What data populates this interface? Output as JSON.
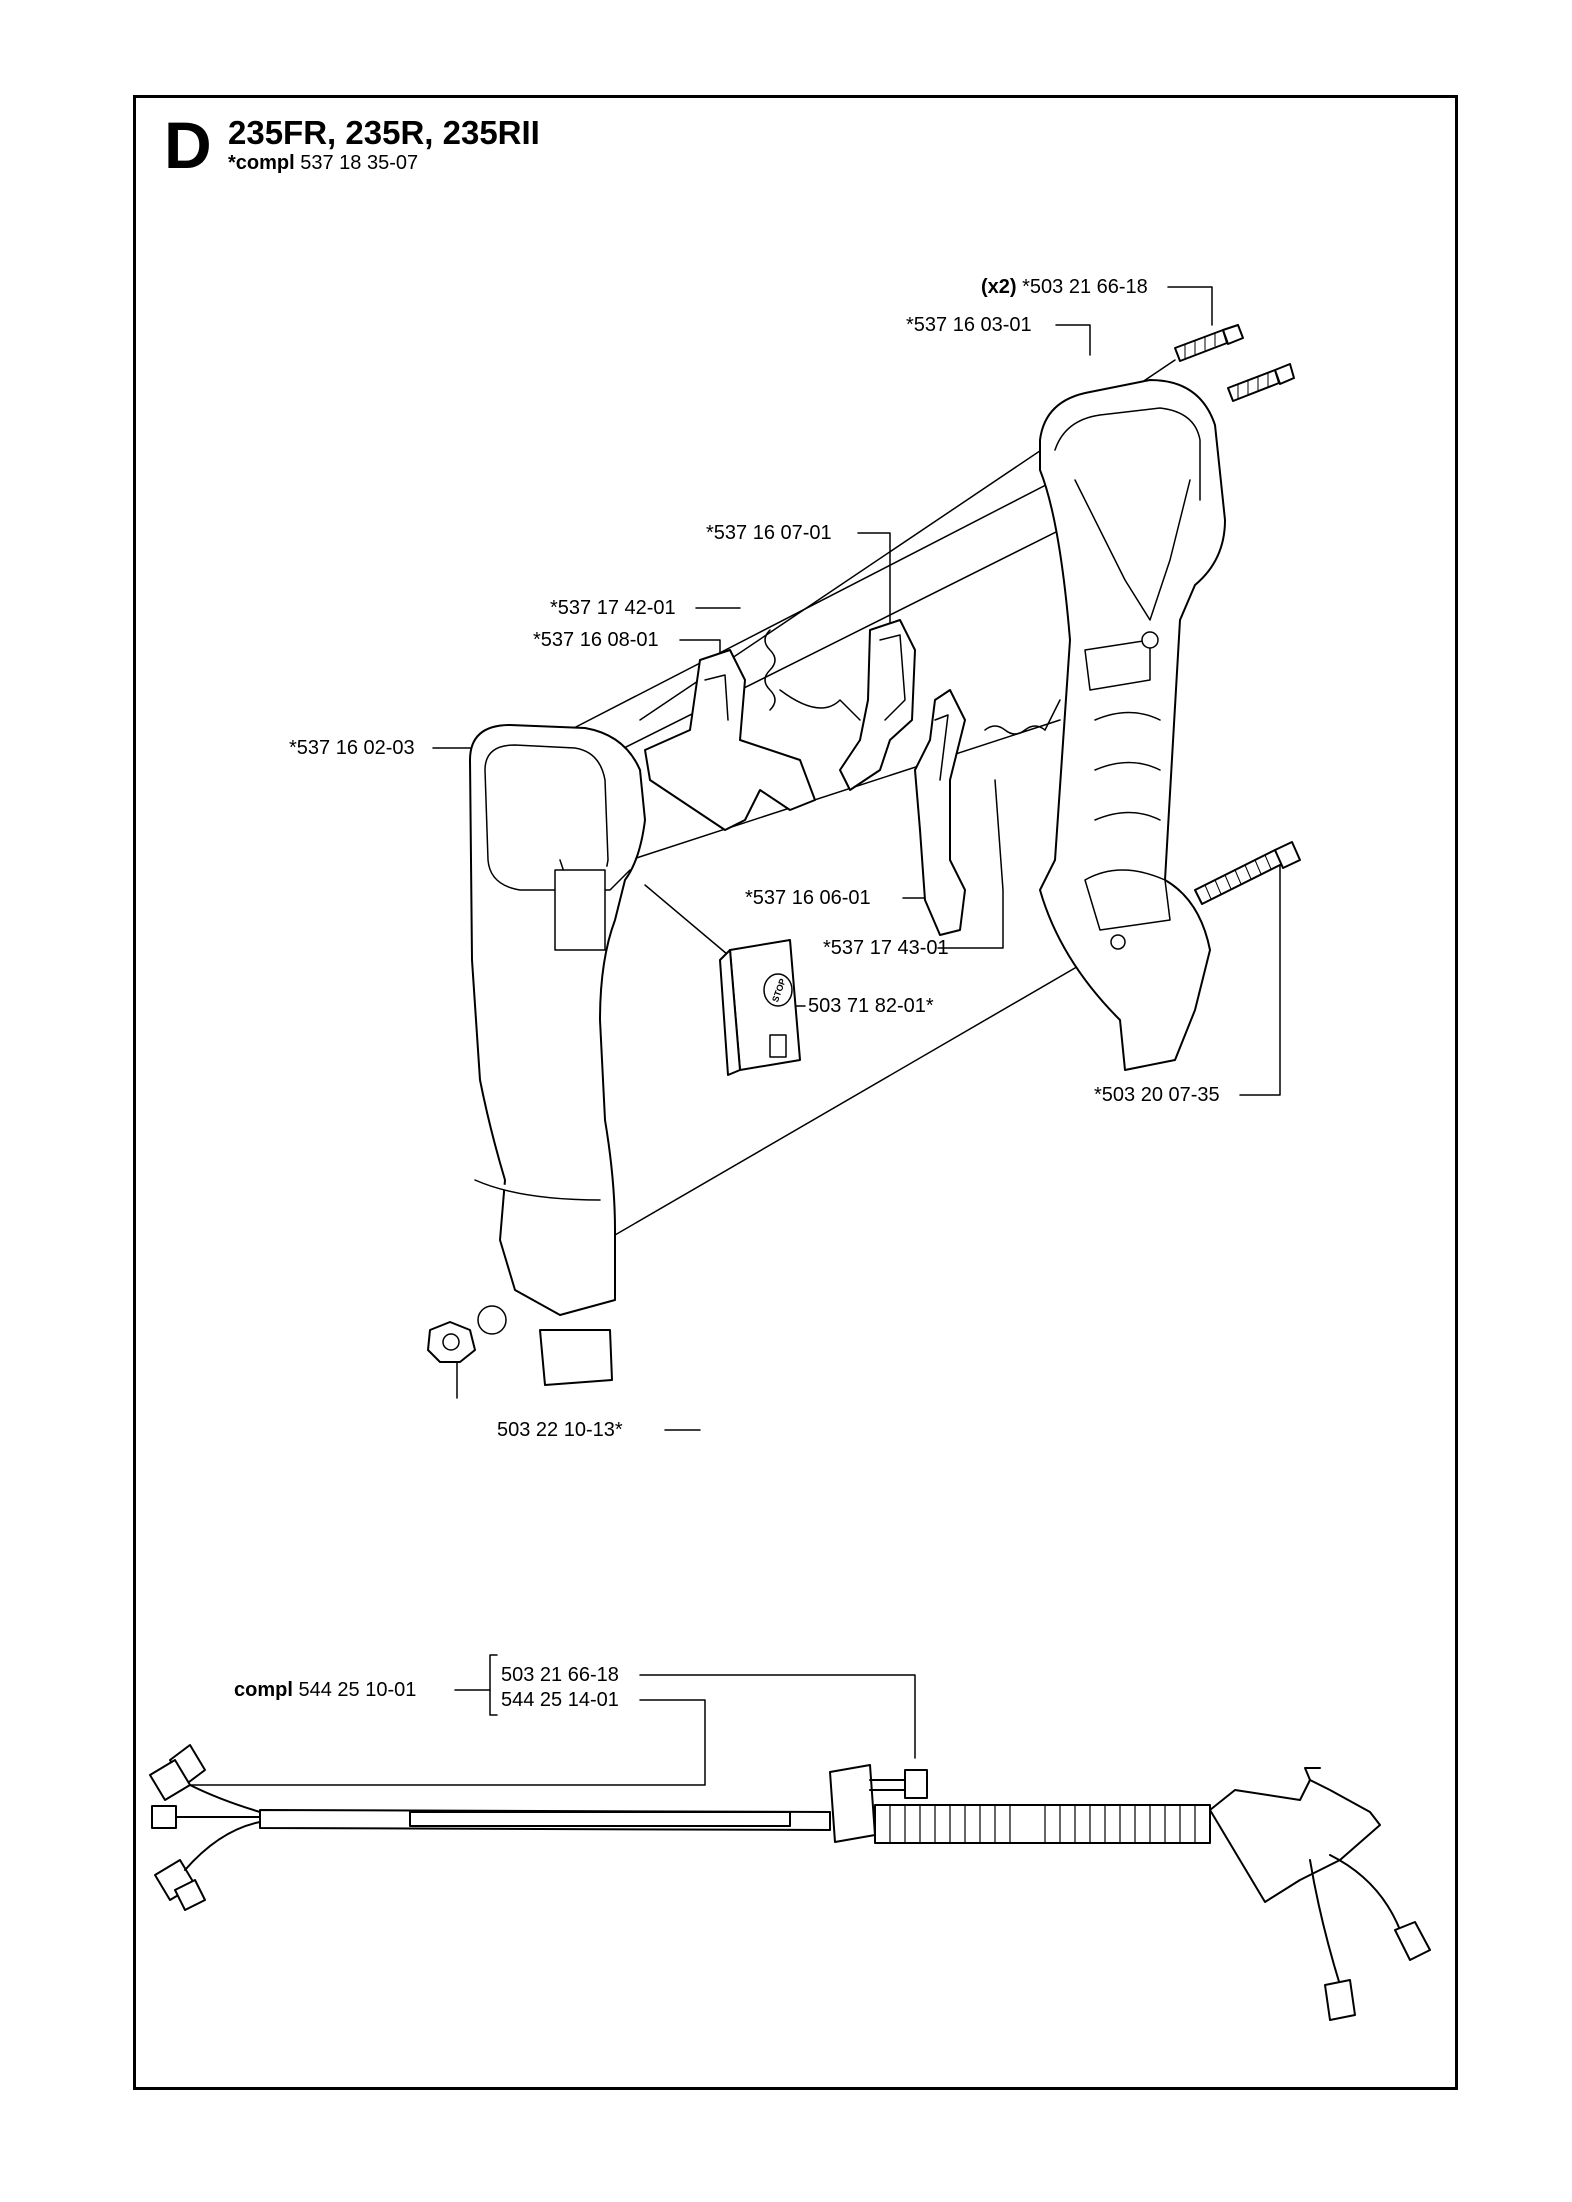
{
  "header": {
    "section_letter": "D",
    "models": "235FR, 235R, 235RII",
    "compl_prefix": "*compl",
    "compl_number": "537 18 35-07"
  },
  "parts": {
    "screw_top_qty": "(x2)",
    "screw_top": "*503 21 66-18",
    "housing_right": "*537 16 03-01",
    "lever_upper": "*537 16 07-01",
    "spring_small": "*537 17 42-01",
    "lock_lever": "*537 16 08-01",
    "housing_left": "*537 16 02-03",
    "throttle_trigger": "*537 16 06-01",
    "spring_trigger": "*537 17 43-01",
    "stop_switch": "503 71 82-01*",
    "bolt_long": "*503 20 07-35",
    "nut": "503 22 10-13*"
  },
  "harness": {
    "compl_prefix": "compl",
    "compl_number": "544 25 10-01",
    "part_a": "503 21 66-18",
    "part_b": "544 25 14-01"
  },
  "icons": {
    "stop_switch_mark": "STOP"
  }
}
